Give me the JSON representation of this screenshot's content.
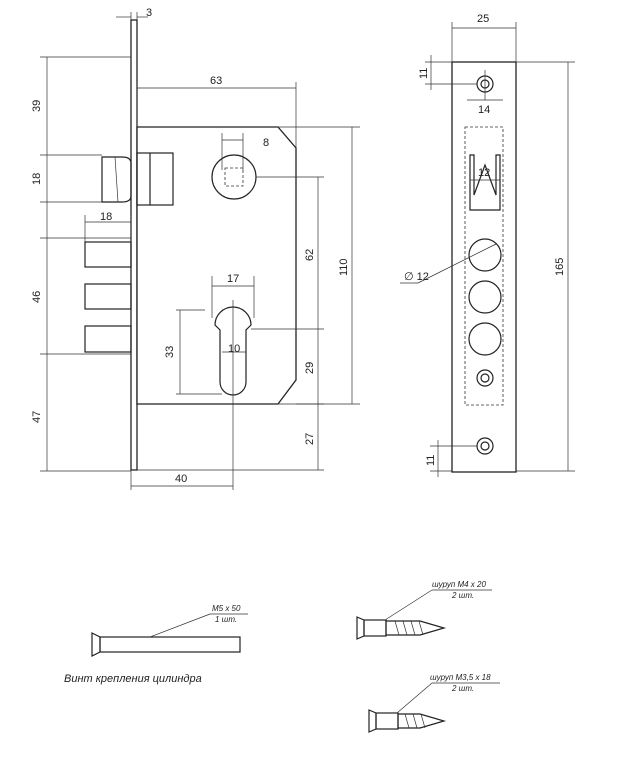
{
  "side_view": {
    "faceplate_thickness": "3",
    "body_width": "63",
    "spindle_square": "8",
    "latch_offset_top": "39",
    "latch_height": "18",
    "bolt_projection": "18",
    "bolt_span": "46",
    "bolt_offset_bottom": "47",
    "backset": "40",
    "cylinder_width": "17",
    "cylinder_height": "33",
    "cylinder_cam": "10",
    "centre_distance": "62",
    "cylinder_to_bottom": "29",
    "body_height": "110",
    "body_to_plate_end": "27"
  },
  "front_view": {
    "plate_width": "25",
    "screw_hole_top": "11",
    "slot_width": "14",
    "latch_width": "12",
    "bolt_diameter": "∅ 12",
    "plate_length": "165",
    "screw_hole_bottom": "11"
  },
  "accessories": {
    "cylinder_screw": {
      "spec": "M5 x 50",
      "qty": "1 шт.",
      "caption": "Винт крепления цилиндра"
    },
    "screw_m4": {
      "spec": "шуруп M4 x 20",
      "qty": "2 шт."
    },
    "screw_m35": {
      "spec": "шуруп M3,5 x 18",
      "qty": "2 шт."
    }
  }
}
